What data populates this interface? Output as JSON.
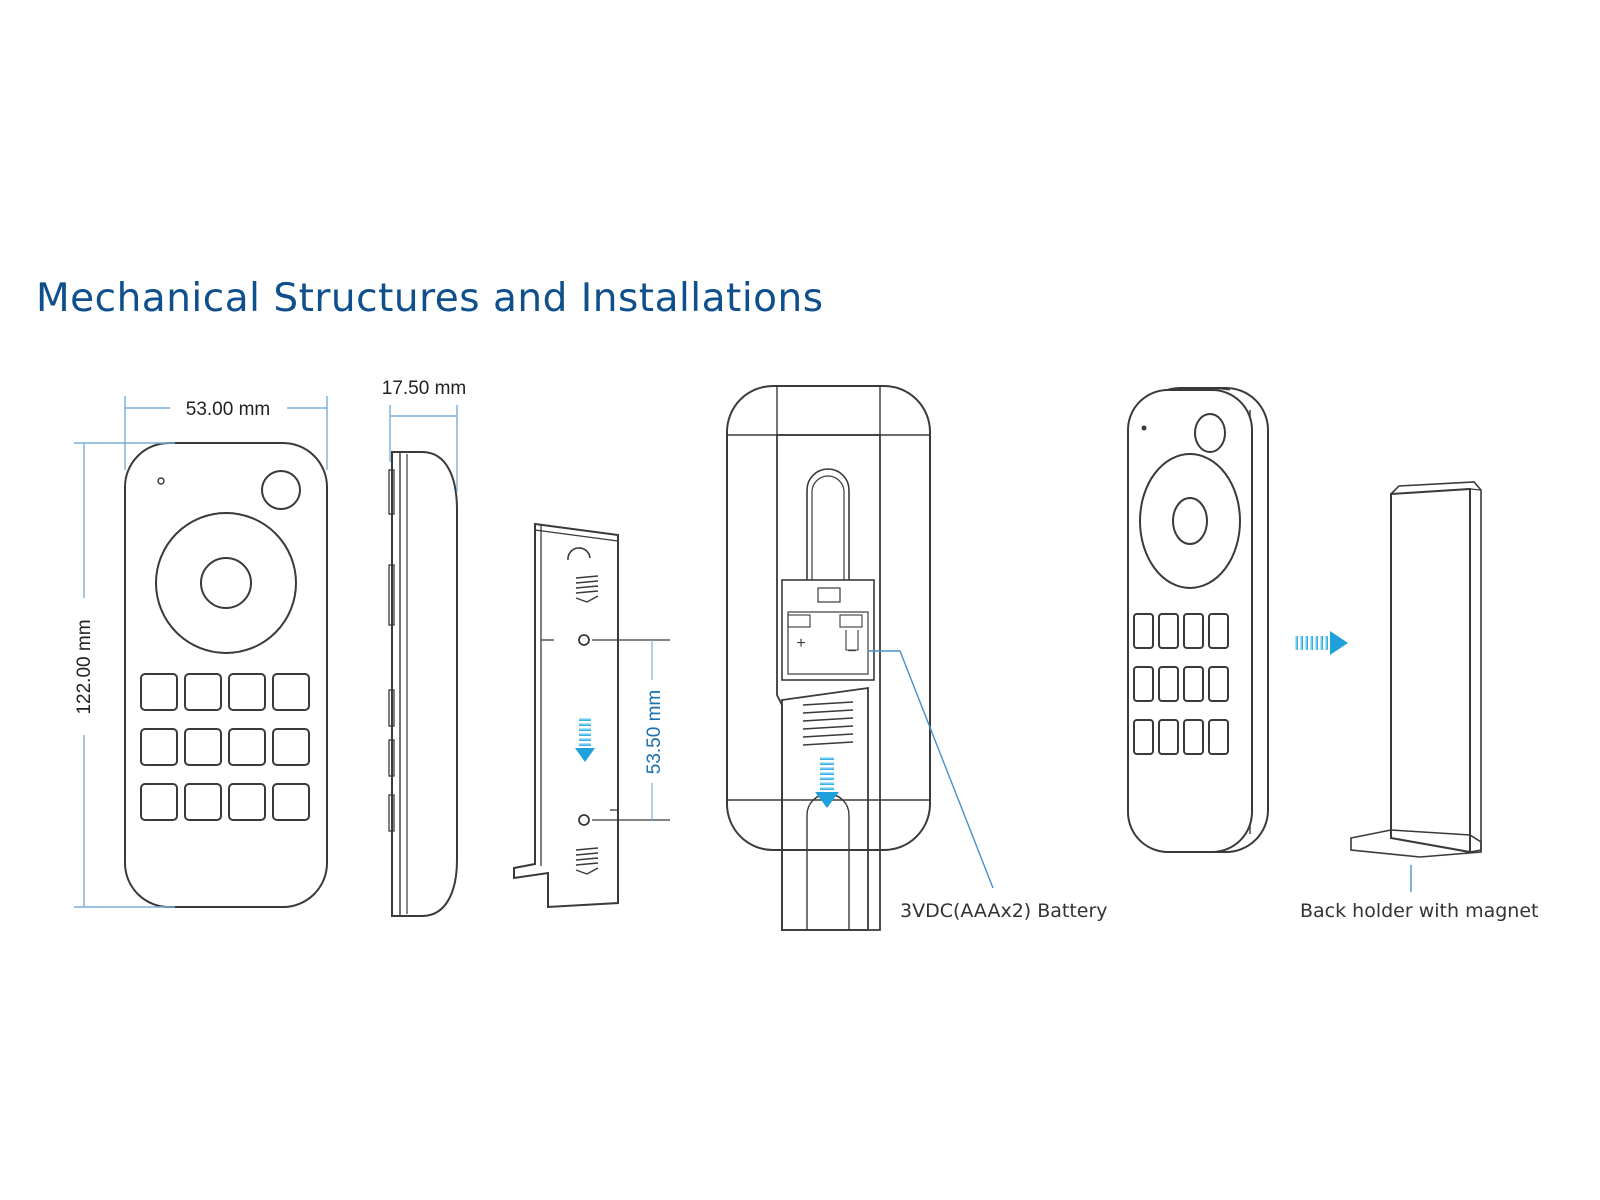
{
  "title": "Mechanical Structures and Installations",
  "dimensions": {
    "width": "53.00 mm",
    "height": "122.00 mm",
    "depth": "17.50 mm",
    "hole_spacing": "53.50 mm"
  },
  "callouts": {
    "battery": "3VDC(AAAx2) Battery",
    "holder": "Back holder with magnet"
  },
  "battery_symbols": {
    "plus": "+",
    "minus": "−"
  },
  "colors": {
    "title": "#0e4f8c",
    "dimension_line": "#7aaedb",
    "outline": "#3a3a3a",
    "arrow_light": "#c8f3ff",
    "arrow_dark": "#1ea0dc",
    "callout_line": "#4a90c8"
  }
}
